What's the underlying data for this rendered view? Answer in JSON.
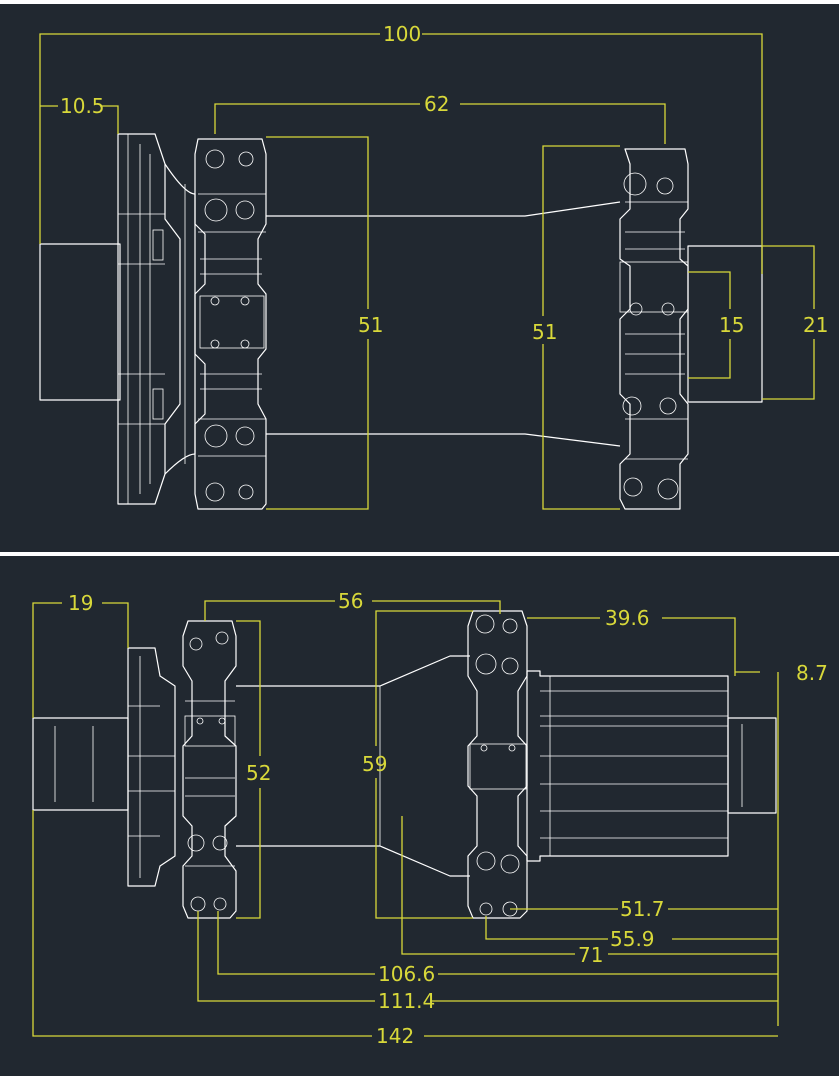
{
  "top_view": {
    "dimensions": {
      "overall": "100",
      "flange_spacing": "62",
      "left_offset": "10.5",
      "flange_left": "51",
      "flange_right": "51",
      "axle_inner": "15",
      "axle_outer": "21"
    }
  },
  "bottom_view": {
    "dimensions": {
      "left_offset": "19",
      "flange_spacing": "56",
      "freehub_length": "39.6",
      "end_cap": "8.7",
      "flange_left": "52",
      "flange_right": "59",
      "d1": "51.7",
      "d2": "55.9",
      "d3": "71",
      "d4": "106.6",
      "d5": "111.4",
      "overall": "142"
    }
  },
  "colors": {
    "background": "#212830",
    "outline": "#ffffff",
    "dimension": "#d8d83a"
  }
}
